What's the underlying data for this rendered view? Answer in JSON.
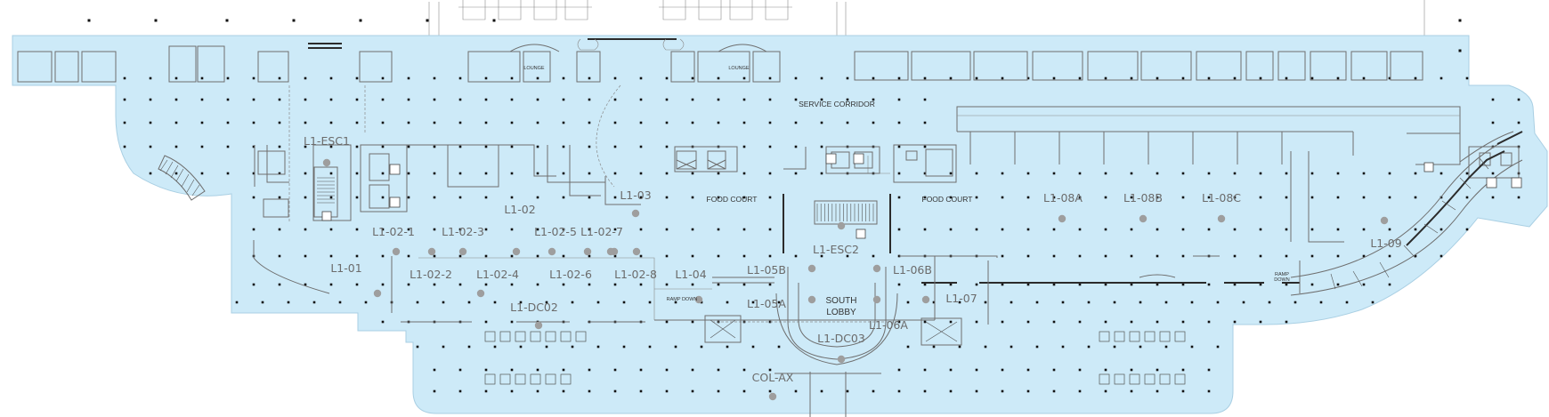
{
  "map": {
    "colors": {
      "floor": "#cdeaf8",
      "floor_border": "#a9cfe3",
      "background": "#ffffff",
      "walls": "#6e6e6e",
      "columns": "#111111",
      "zone_marker": "#9e9e9e",
      "zone_label": "#6b6b6b",
      "room_label": "#333333"
    },
    "zones": [
      {
        "id": "L1-ESC1",
        "label": "L1-ESC1"
      },
      {
        "id": "L1-02",
        "label": "L1-02"
      },
      {
        "id": "L1-03",
        "label": "L1-03"
      },
      {
        "id": "L1-02-1",
        "label": "L1-02-1"
      },
      {
        "id": "L1-02-3",
        "label": "L1-02-3"
      },
      {
        "id": "L1-02-5",
        "label": "L1-02-5"
      },
      {
        "id": "L1-02-7",
        "label": "L1-02-7"
      },
      {
        "id": "L1-01",
        "label": "L1-01"
      },
      {
        "id": "L1-02-2",
        "label": "L1-02-2"
      },
      {
        "id": "L1-02-4",
        "label": "L1-02-4"
      },
      {
        "id": "L1-02-6",
        "label": "L1-02-6"
      },
      {
        "id": "L1-02-8",
        "label": "L1-02-8"
      },
      {
        "id": "L1-04",
        "label": "L1-04"
      },
      {
        "id": "L1-05B",
        "label": "L1-05B"
      },
      {
        "id": "L1-ESC2",
        "label": "L1-ESC2"
      },
      {
        "id": "L1-06B",
        "label": "L1-06B"
      },
      {
        "id": "L1-05A",
        "label": "L1-05A"
      },
      {
        "id": "L1-06A",
        "label": "L1-06A"
      },
      {
        "id": "L1-07",
        "label": "L1-07"
      },
      {
        "id": "L1-DC02",
        "label": "L1-DC02"
      },
      {
        "id": "L1-DC03",
        "label": "L1-DC03"
      },
      {
        "id": "COL-AX",
        "label": "COL-AX"
      },
      {
        "id": "L1-08A",
        "label": "L1-08A"
      },
      {
        "id": "L1-08B",
        "label": "L1-08B"
      },
      {
        "id": "L1-08C",
        "label": "L1-08C"
      },
      {
        "id": "L1-09",
        "label": "L1-09"
      }
    ],
    "rooms": {
      "lounge_west": "LOUNGE",
      "lounge_east": "LOUNGE",
      "service_corridor": "SERVICE CORRIDOR",
      "food_court_west": "FOOD COURT",
      "food_court_east": "FOOD COURT",
      "south_lobby_line1": "SOUTH",
      "south_lobby_line2": "LOBBY",
      "ramp_down_west": "RAMP DOWN",
      "ramp_down_east_line1": "RAMP",
      "ramp_down_east_line2": "DOWN"
    },
    "icons": [
      "escalator-icon",
      "elevator-icon",
      "accessible-icon",
      "stair-icon",
      "toilet-icon"
    ]
  }
}
